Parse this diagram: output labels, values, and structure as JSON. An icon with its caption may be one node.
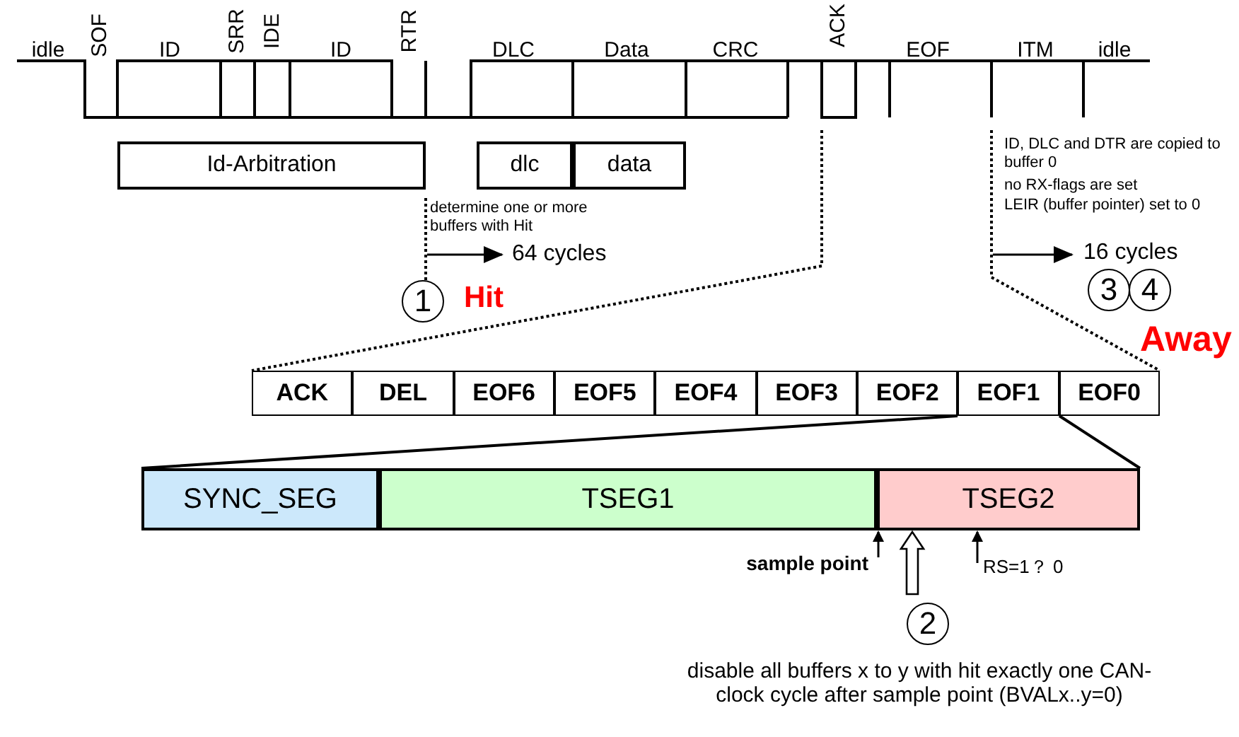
{
  "diagram": {
    "nodes": [
      {
        "text": [
          "Id-Arbitration"
        ]
      },
      {
        "text": [
          "dlc"
        ]
      },
      {
        "text": [
          "data"
        ]
      },
      {
        "text": [
          "ACK"
        ]
      },
      {
        "text": [
          "DEL"
        ]
      },
      {
        "text": [
          "EOF6"
        ]
      },
      {
        "text": [
          "EOF5"
        ]
      },
      {
        "text": [
          "EOF4"
        ]
      },
      {
        "text": [
          "EOF3"
        ]
      },
      {
        "text": [
          "EOF2"
        ]
      },
      {
        "text": [
          "EOF1"
        ]
      },
      {
        "text": [
          "EOF0"
        ]
      },
      {
        "text": [
          "SYNC_SEG"
        ]
      },
      {
        "text": [
          "TSEG1"
        ]
      },
      {
        "text": [
          "TSEG2"
        ]
      },
      {
        "text": [
          "sample point"
        ]
      },
      {
        "text": [
          "RS=1？ 0"
        ]
      }
    ],
    "edges": [
      {
        "from": 15,
        "to": 14,
        "arrow": "to"
      },
      {
        "from": null,
        "to": 14,
        "arrow": "to",
        "style": "thick"
      },
      {
        "from": 16,
        "to": 14,
        "arrow": "to"
      }
    ],
    "labels": [
      "idle",
      "SOF",
      "ID",
      "SRR",
      "IDE",
      "ID",
      "RTR",
      "DLC",
      "Data",
      "CRC",
      "ACK",
      "EOF",
      "ITM",
      "idle",
      "determine one or more buffers with Hit",
      "64 cycles",
      "ID, DLC and DTR are copied to buffer 0",
      "no RX-flags are set",
      "LEIR (buffer pointer) set to 0",
      "16 cycles",
      "1",
      "Hit",
      "3",
      "4",
      "Away",
      "2",
      "disable all buffers x to y with hit exactly one CAN-clock cycle after sample point (BVALx..y=0)"
    ]
  }
}
